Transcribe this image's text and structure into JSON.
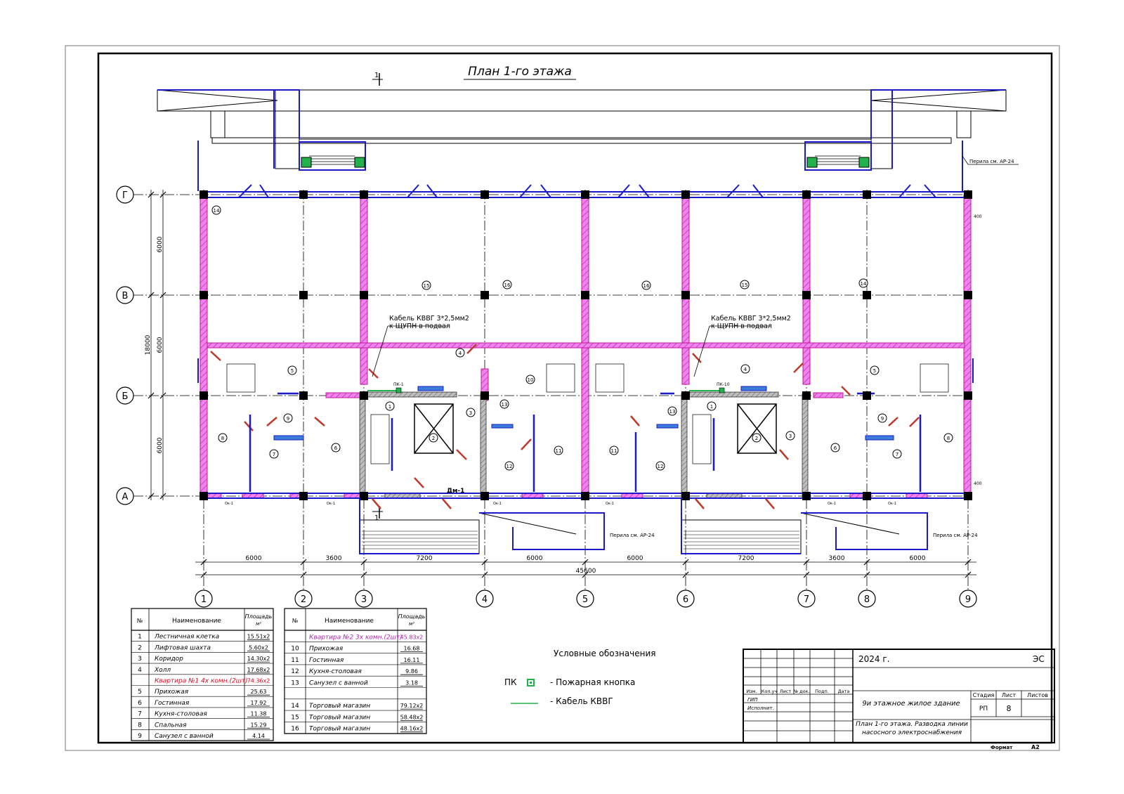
{
  "title": "План 1-го этажа",
  "section_marker": "1",
  "axis_rows": [
    "Г",
    "В",
    "Б",
    "А"
  ],
  "axis_cols": [
    "1",
    "2",
    "3",
    "4",
    "5",
    "6",
    "7",
    "8",
    "9"
  ],
  "dims_horizontal": [
    "6000",
    "3600",
    "7200",
    "6000",
    "6000",
    "7200",
    "3600",
    "6000"
  ],
  "dim_total": "45600",
  "dims_vertical": [
    "6000",
    "6000",
    "6000"
  ],
  "dim_vertical_total": "18000",
  "room_numbers": {
    "r14a": "14",
    "r15a": "15",
    "r16a": "16",
    "r16b": "16",
    "r15b": "15",
    "r14b": "14",
    "r4a": "4",
    "r4b": "4",
    "r5a": "5",
    "r5b": "5",
    "r10": "10",
    "r1a": "1",
    "r1b": "1",
    "r2a": "2",
    "r2b": "2",
    "r3a": "3",
    "r3b": "3",
    "r13a": "13",
    "r13b": "13",
    "r12a": "12",
    "r12b": "12",
    "r11a": "11",
    "r11b": "11",
    "r6a": "6",
    "r6b": "6",
    "r7a": "7",
    "r7b": "7",
    "r8a": "8",
    "r8b": "8",
    "r9a": "9",
    "r9b": "9"
  },
  "cable_note": [
    "Кабель КВВГ 3*2,5мм2",
    "к ЩУПН в подвал"
  ],
  "pk_labels": [
    "ПК-1",
    "ПК-10"
  ],
  "dm_label": "Дм-1",
  "railing_label": "Перила см. АР-24",
  "window_label": "Ок-1",
  "small_dims": [
    "400",
    "400"
  ],
  "legend": {
    "title": "Условные обозначения",
    "pk_symbol": "ПК",
    "pk_text": "- Пожарная кнопка",
    "cable_text": "- Кабель КВВГ",
    "pk_color": "#22b14c",
    "cable_color": "#22b14c"
  },
  "table1": {
    "headers": [
      "№",
      "Наименование",
      "Площадь",
      "м²"
    ],
    "rows": [
      {
        "n": "1",
        "name": "Лестничная клетка",
        "area": "15.51х2"
      },
      {
        "n": "2",
        "name": "Лифтовая шахта",
        "area": "5.60х2"
      },
      {
        "n": "3",
        "name": "Коридор",
        "area": "14.30х2"
      },
      {
        "n": "4",
        "name": "Холл",
        "area": "17.68х2"
      },
      {
        "n": "",
        "name": "Квартира №1 4х комн.(2шт)",
        "area": "74.36х2",
        "highlight": "#e0001b"
      },
      {
        "n": "5",
        "name": "Прихожая",
        "area": "25.63"
      },
      {
        "n": "6",
        "name": "Гостинная",
        "area": "17.92"
      },
      {
        "n": "7",
        "name": "Кухня-столовая",
        "area": "11.38"
      },
      {
        "n": "8",
        "name": "Спальная",
        "area": "15.29"
      },
      {
        "n": "9",
        "name": "Санузел с ванной",
        "area": "4.14"
      }
    ]
  },
  "table2": {
    "headers": [
      "№",
      "Наименование",
      "Площадь",
      "м²"
    ],
    "rows": [
      {
        "n": "",
        "name": "Квартира №2 3х комн.(2шт)",
        "area": "45.83х2",
        "highlight": "#b01fb0"
      },
      {
        "n": "10",
        "name": "Прихожая",
        "area": "16.68"
      },
      {
        "n": "11",
        "name": "Гостинная",
        "area": "16.11"
      },
      {
        "n": "12",
        "name": "Кухня-столовая",
        "area": "9.86"
      },
      {
        "n": "13",
        "name": "Санузел с ванной",
        "area": "3.18"
      },
      {
        "n": "",
        "name": "",
        "area": ""
      },
      {
        "n": "14",
        "name": "Торговый магазин",
        "area": "79.12х2"
      },
      {
        "n": "15",
        "name": "Торговый магазин",
        "area": "58.48х2"
      },
      {
        "n": "16",
        "name": "Торговый магазин",
        "area": "48.16х2"
      }
    ]
  },
  "stamp": {
    "year": "2024 г.",
    "code": "ЭС",
    "col_heads": [
      "Изм.",
      "Кол.уч",
      "Лист",
      "№ док.",
      "Подп.",
      "Дата"
    ],
    "gip": "ГИП",
    "ispolnit": "Исполнит.",
    "building": "9и этажное жилое здание",
    "stage_head": "Стадия",
    "sheet_head": "Лист",
    "sheets_head": "Листов",
    "stage": "РП",
    "sheet": "8",
    "sheets": "",
    "drawing": "План 1-го этажа. Разводка линии насосного электроснабжения",
    "format_label": "Формат",
    "format": "А2"
  },
  "colors": {
    "wall": "#ee82ee",
    "wall_stroke": "#c2189b",
    "blue": "#1a1acb",
    "red_door": "#c0392b",
    "green": "#22b14c"
  }
}
